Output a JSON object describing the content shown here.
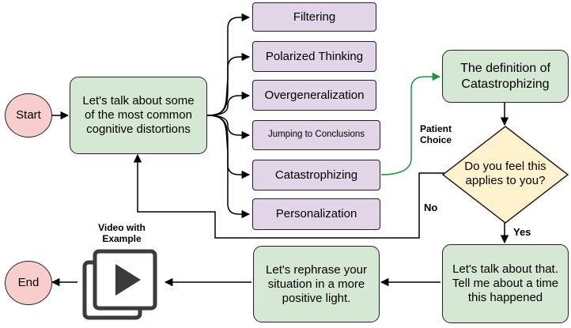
{
  "nodes": {
    "start": "Start",
    "end": "End",
    "intro": "Let's talk about some of the most common cognitive distortions",
    "filtering": "Filtering",
    "polarized": "Polarized Thinking",
    "overgeneralization": "Overgeneralization",
    "jumping": "Jumping to Conclusions",
    "catastrophizing": "Catastrophizing",
    "personalization": "Personalization",
    "definition": "The definition of Catastrophizing",
    "question": "Do you feel this applies to you?",
    "talk": "Let's talk about that. Tell me about a time this happened",
    "rephrase": "Let's rephrase your situation in a more positive light."
  },
  "edge_labels": {
    "patient_choice": "Patient Choice",
    "no": "No",
    "yes": "Yes",
    "video": "Video with Example"
  },
  "icons": {
    "video": "video-play-icon"
  },
  "colors": {
    "start_end_fill": "#f8cecc",
    "process_fill": "#d5e8d4",
    "option_fill": "#e1d5e7",
    "decision_fill": "#fff2cc",
    "choice_edge": "#1a9641"
  }
}
